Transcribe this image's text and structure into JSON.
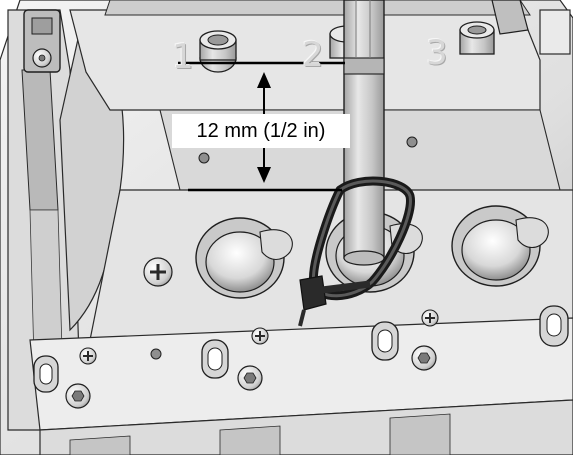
{
  "illustration": {
    "slot_numbers": [
      "1",
      "2",
      "3"
    ],
    "dimension_label": "12 mm (1/2 in)"
  },
  "colors": {
    "outline": "#1f1f1f",
    "housing_light": "#e9e9e9",
    "housing_mid": "#cfcfcf",
    "housing_dark": "#8f8f8f",
    "cable_tie": "#2f2f2f",
    "background": "#ffffff"
  },
  "icons": {
    "measurement_arrows": "double-arrow",
    "cable_tie": "cable-tie"
  }
}
